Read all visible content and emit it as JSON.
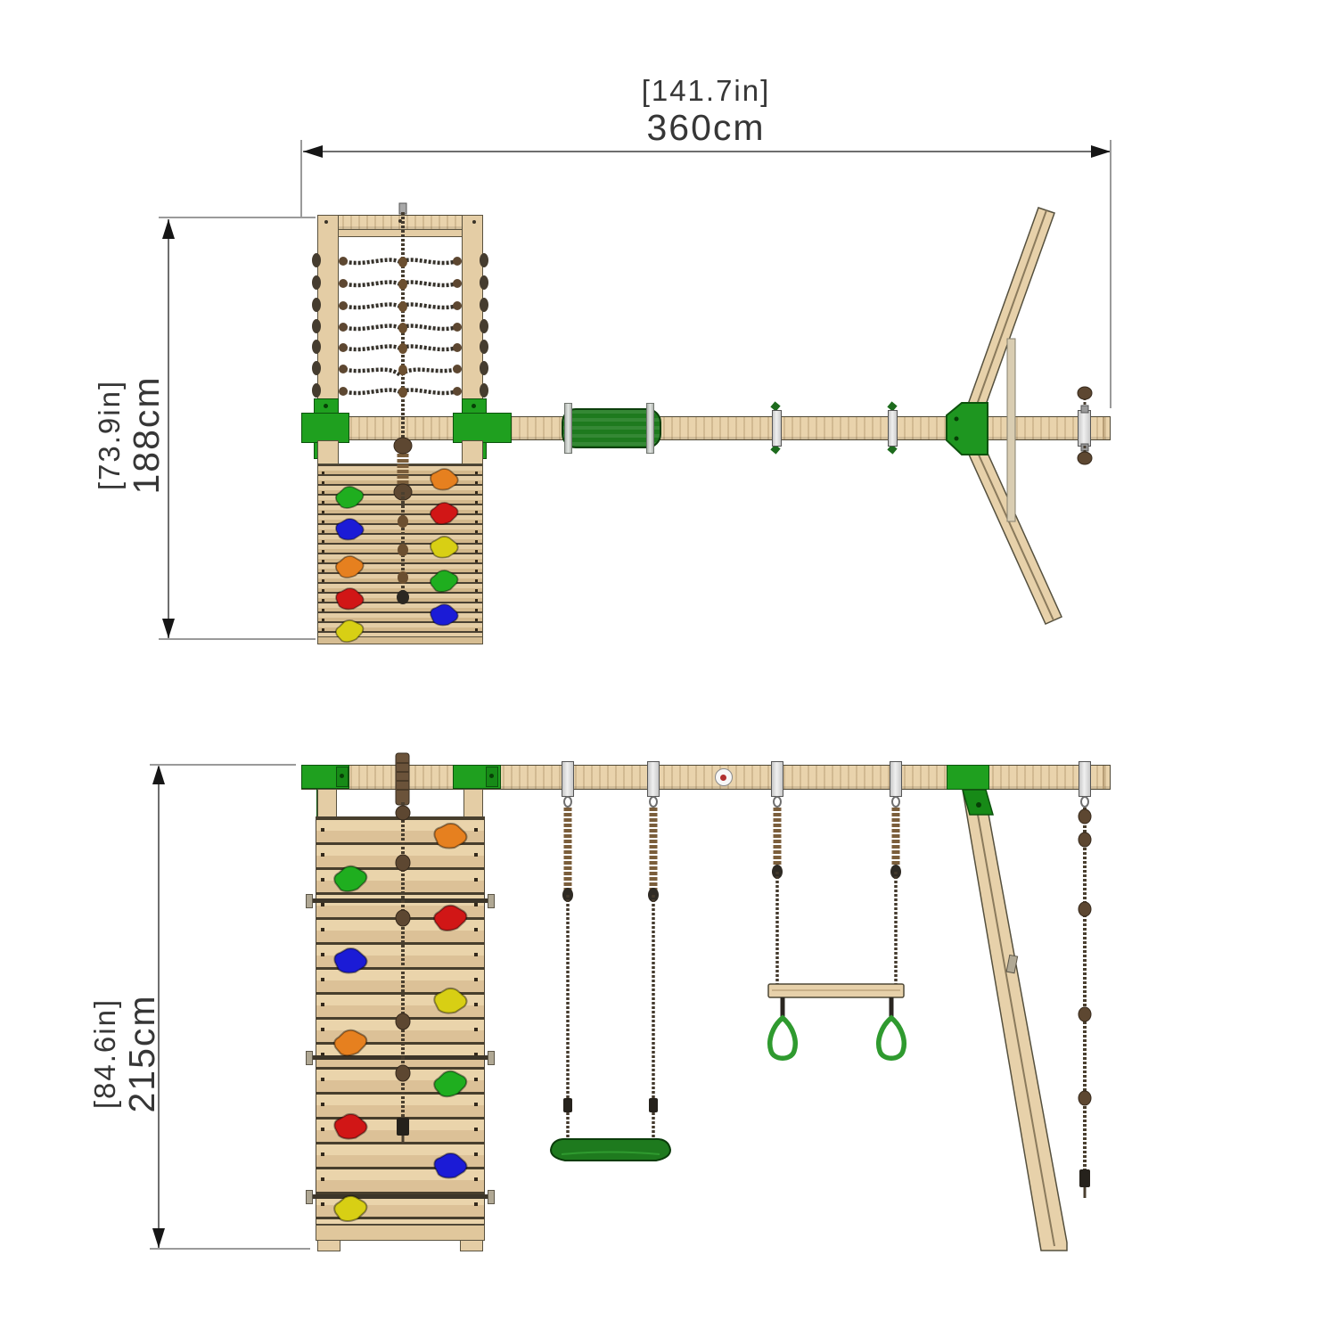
{
  "dimensions": {
    "width": {
      "inches": "[141.7in]",
      "cm": "360cm"
    },
    "depth": {
      "inches": "[73.9in]",
      "cm": "188cm"
    },
    "height": {
      "inches": "[84.6in]",
      "cm": "215cm"
    }
  },
  "colors": {
    "background": "#ffffff",
    "wood": "#e9d3ac",
    "wood_outline": "#4f4836",
    "bracket_green": "#1fa01f",
    "seat_green": "#1e7a1e",
    "rope_brown": "#7b5e3b",
    "rope_dark": "#453c2f",
    "metal": "#d9d9d9",
    "dimension_line": "#6e6e6e",
    "text": "#363636",
    "hold_red": "#d11616",
    "hold_blue": "#1b1bd6",
    "hold_green": "#1fae1f",
    "hold_orange": "#e6801f",
    "hold_yellow": "#d8cf14"
  }
}
